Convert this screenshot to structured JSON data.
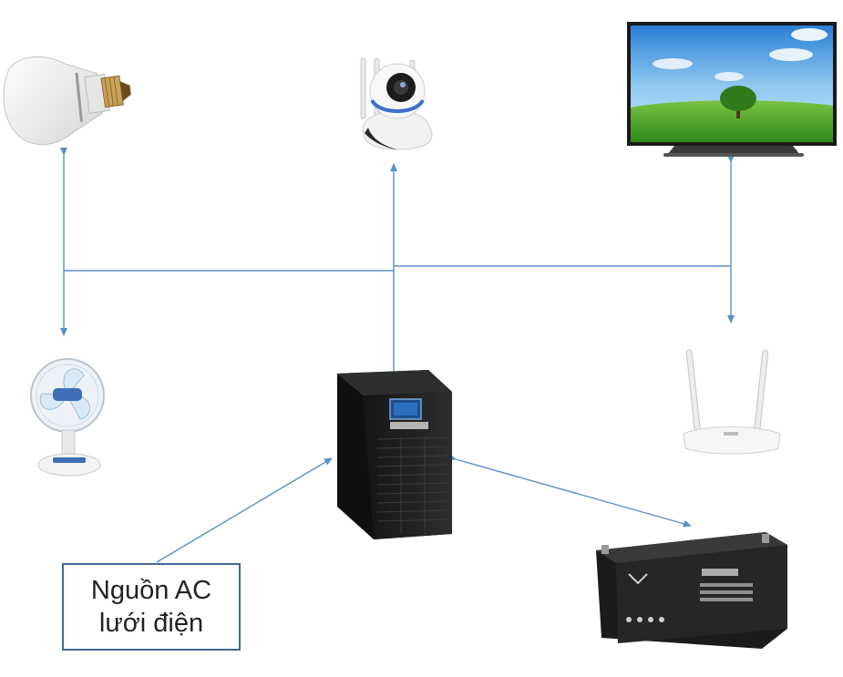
{
  "source_label": {
    "line1": "Nguồn AC",
    "line2": "lưới điện"
  },
  "devices": [
    {
      "name": "light-bulb",
      "icon": "light-bulb-icon"
    },
    {
      "name": "ip-camera",
      "icon": "camera-icon"
    },
    {
      "name": "television",
      "icon": "tv-icon"
    },
    {
      "name": "desk-fan",
      "icon": "fan-icon"
    },
    {
      "name": "ups",
      "icon": "ups-icon"
    },
    {
      "name": "wifi-router",
      "icon": "router-icon"
    },
    {
      "name": "battery",
      "icon": "battery-icon"
    }
  ],
  "colors": {
    "connector": "#5b8fc7",
    "label_border": "#3e6a93"
  }
}
